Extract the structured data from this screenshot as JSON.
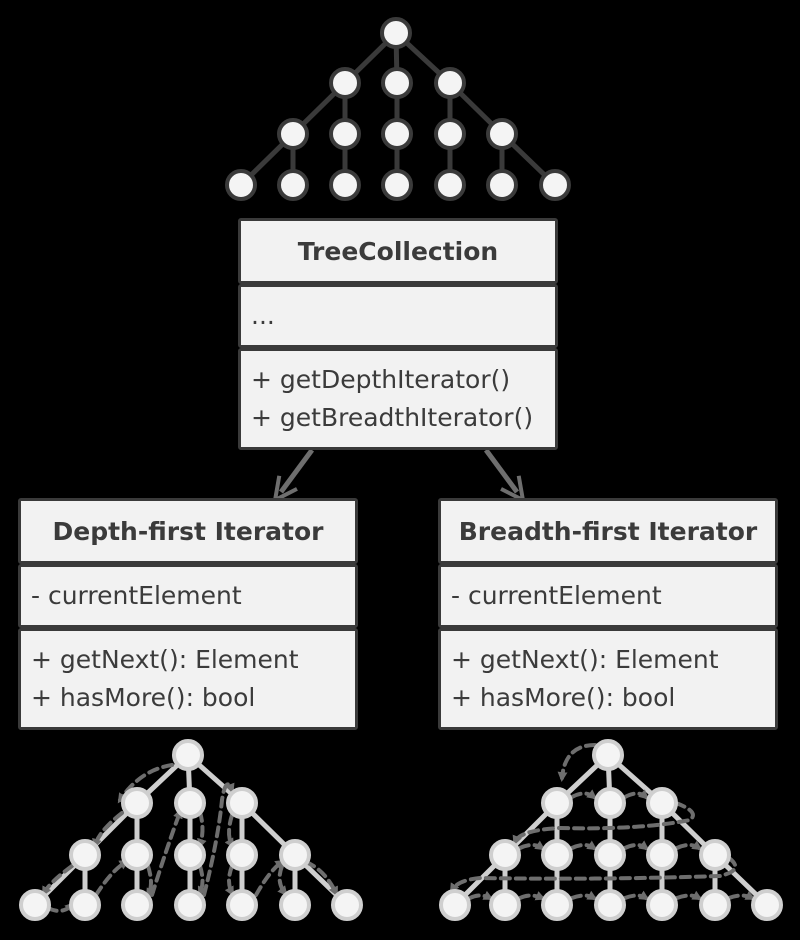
{
  "tree_collection": {
    "title": "TreeCollection",
    "fields": [
      "..."
    ],
    "methods": [
      "+ getDepthIterator()",
      "+ getBreadthIterator()"
    ]
  },
  "depth_iterator": {
    "title": "Depth-first Iterator",
    "fields": [
      "- currentElement"
    ],
    "methods": [
      "+ getNext(): Element",
      "+ hasMore(): bool"
    ]
  },
  "breadth_iterator": {
    "title": "Breadth-first Iterator",
    "fields": [
      "- currentElement"
    ],
    "methods": [
      "+ getNext(): Element",
      "+ hasMore(): bool"
    ]
  },
  "colors": {
    "background": "#000000",
    "box_fill": "#f2f2f2",
    "box_border": "#3a3a3a",
    "text": "#3b3b3b",
    "tree_edge_top": "#3a3a3a",
    "tree_edge_bottom": "#cfcfcf",
    "node_fill": "#f4f4f4",
    "traversal_arrow": "#6e6e6e"
  }
}
